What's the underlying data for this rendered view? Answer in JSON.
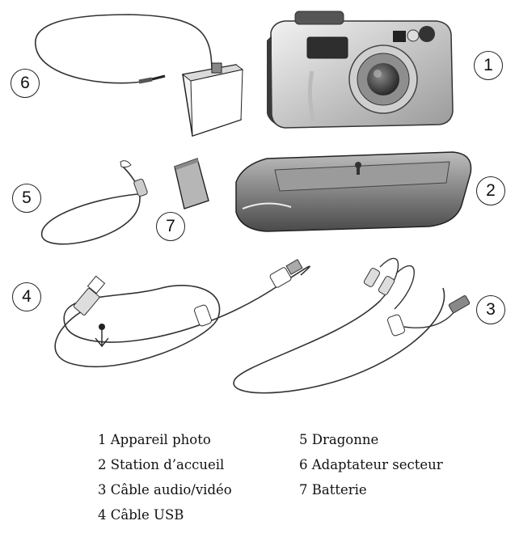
{
  "callouts": [
    "1",
    "2",
    "3",
    "4",
    "5",
    "6",
    "7"
  ],
  "legend": {
    "left": [
      "1 Appareil photo",
      "2 Station d’accueil",
      "3 Câble audio/vidéo",
      "4 Câble USB"
    ],
    "right": [
      "5 Dragonne",
      "6 Adaptateur secteur",
      "7 Batterie"
    ]
  }
}
